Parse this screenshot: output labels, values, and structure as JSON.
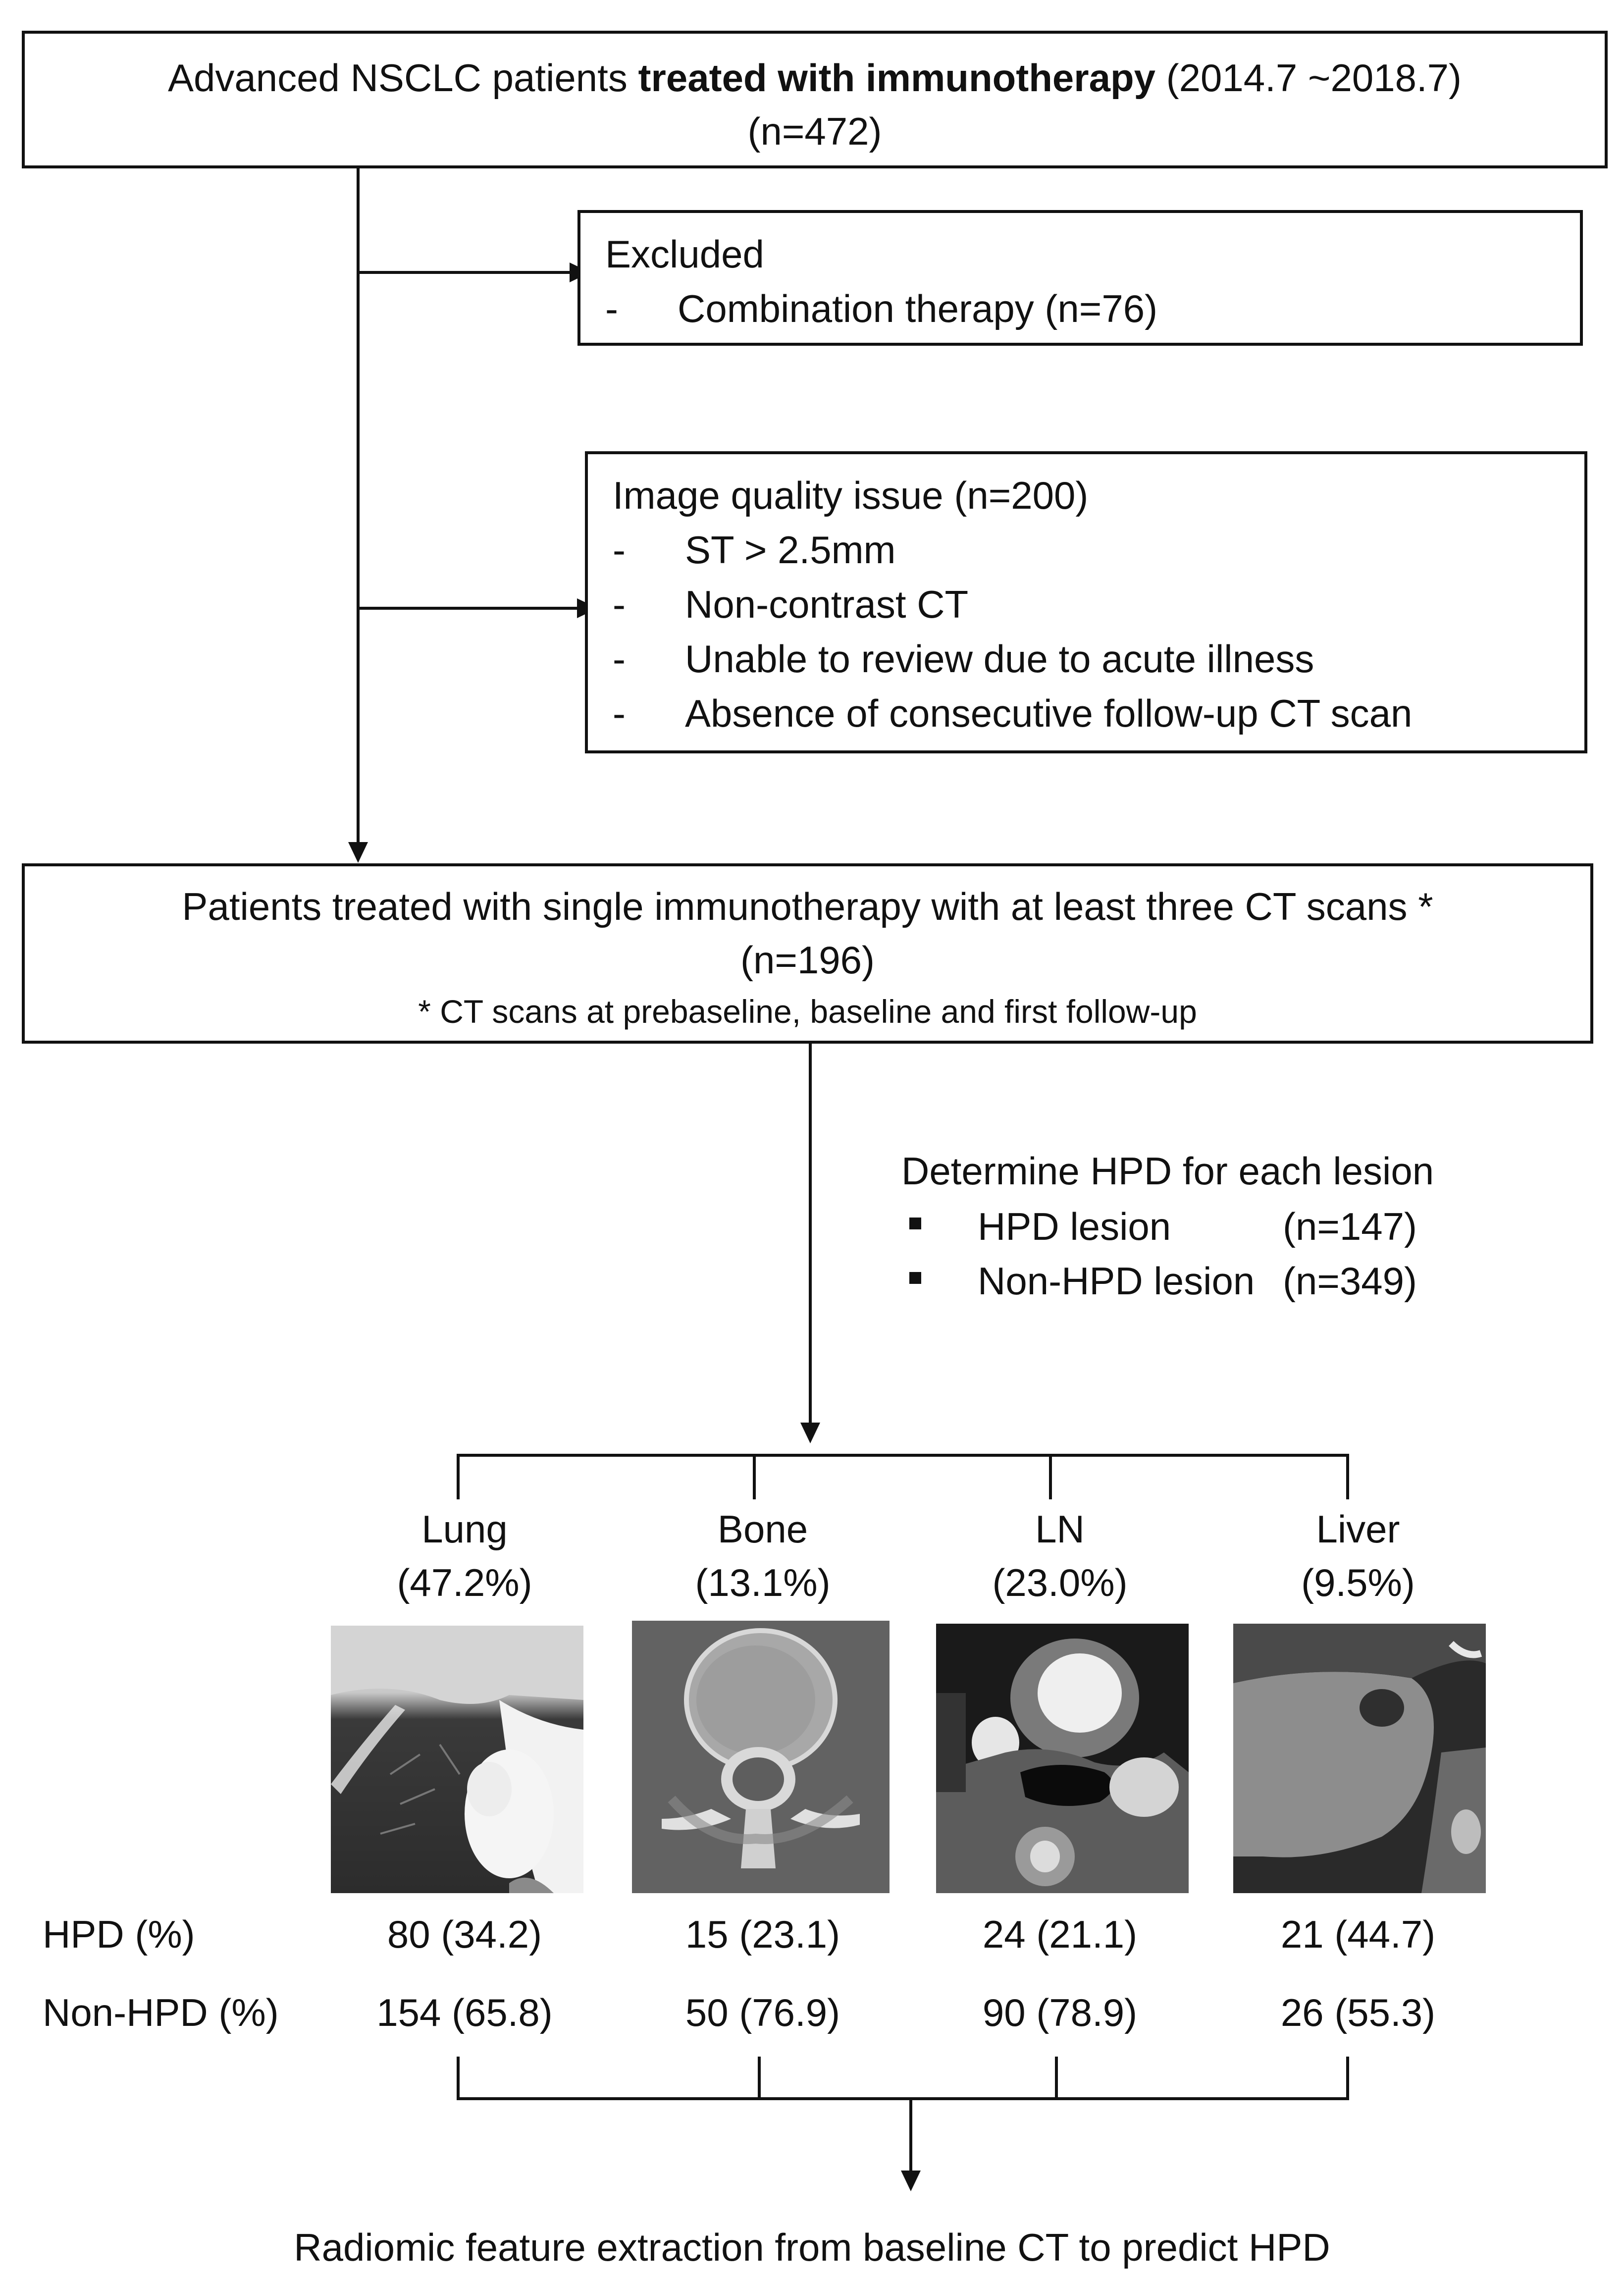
{
  "top_box": {
    "line1_pre": "Advanced NSCLC patients ",
    "line1_bold": "treated with immunotherapy",
    "line1_post": " (2014.7 ~2018.7)",
    "line2": "(n=472)"
  },
  "excluded_box": {
    "title": "Excluded",
    "items": [
      {
        "dash": "-",
        "text": "Combination therapy (n=76)"
      }
    ]
  },
  "image_quality_box": {
    "title": "Image quality issue (n=200)",
    "items": [
      {
        "dash": "-",
        "text": "ST > 2.5mm"
      },
      {
        "dash": "-",
        "text": "Non-contrast CT"
      },
      {
        "dash": "-",
        "text": "Unable to review due to acute illness"
      },
      {
        "dash": "-",
        "text": "Absence of consecutive follow-up CT scan"
      }
    ]
  },
  "patients_box": {
    "line1": "Patients treated with single immunotherapy with at least three CT scans *",
    "line2": "(n=196)",
    "footnote": "* CT scans at prebaseline, baseline and first follow-up"
  },
  "hpd_determination": {
    "title": "Determine HPD for each lesion",
    "items": [
      {
        "label": "HPD lesion",
        "count": "(n=147)"
      },
      {
        "label": "Non-HPD lesion",
        "count": "(n=349)"
      }
    ]
  },
  "sites": [
    {
      "name": "Lung",
      "pct": "(47.2%)",
      "hpd": "80 (34.2)",
      "non_hpd": "154 (65.8)"
    },
    {
      "name": "Bone",
      "pct": "(13.1%)",
      "hpd": "15 (23.1)",
      "non_hpd": "50 (76.9)"
    },
    {
      "name": "LN",
      "pct": "(23.0%)",
      "hpd": "24 (21.1)",
      "non_hpd": "90 (78.9)"
    },
    {
      "name": "Liver",
      "pct": "(9.5%)",
      "hpd": "21 (44.7)",
      "non_hpd": "26 (55.3)"
    }
  ],
  "row_labels": {
    "hpd": "HPD (%)",
    "non_hpd": "Non-HPD (%)"
  },
  "conclusion": "Radiomic feature extraction from baseline CT to predict HPD"
}
